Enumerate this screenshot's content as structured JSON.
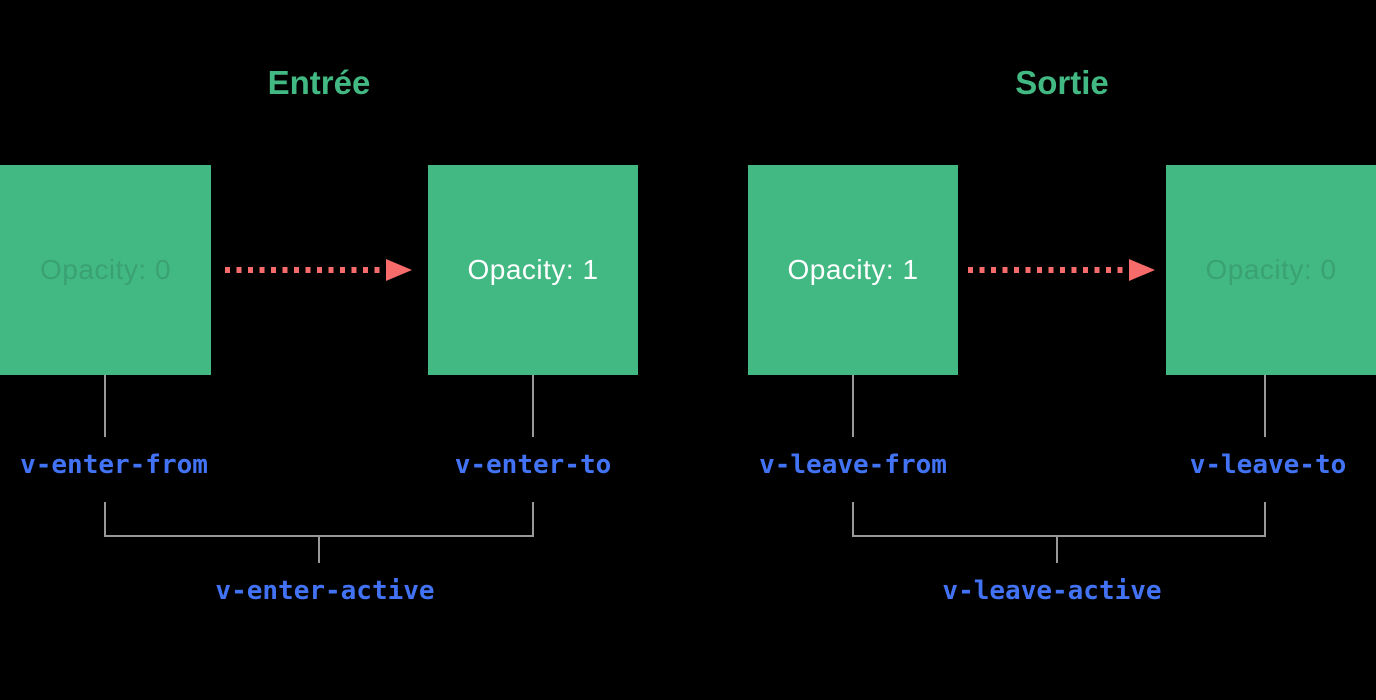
{
  "colors": {
    "bg": "#000000",
    "green": "#42b883",
    "white": "#ffffff",
    "faded_text": "rgba(0,0,0,0.12)",
    "blue": "#4273f5",
    "gray": "#999999",
    "red": "#f76b6b"
  },
  "panels": [
    {
      "title": "Entrée",
      "boxes": [
        {
          "label": "Opacity: 0",
          "state": "faded",
          "class_label": "v-enter-from"
        },
        {
          "label": "Opacity: 1",
          "state": "solid",
          "class_label": "v-enter-to"
        }
      ],
      "active_label": "v-enter-active"
    },
    {
      "title": "Sortie",
      "boxes": [
        {
          "label": "Opacity: 1",
          "state": "solid",
          "class_label": "v-leave-from"
        },
        {
          "label": "Opacity: 0",
          "state": "faded",
          "class_label": "v-leave-to"
        }
      ],
      "active_label": "v-leave-active"
    }
  ]
}
